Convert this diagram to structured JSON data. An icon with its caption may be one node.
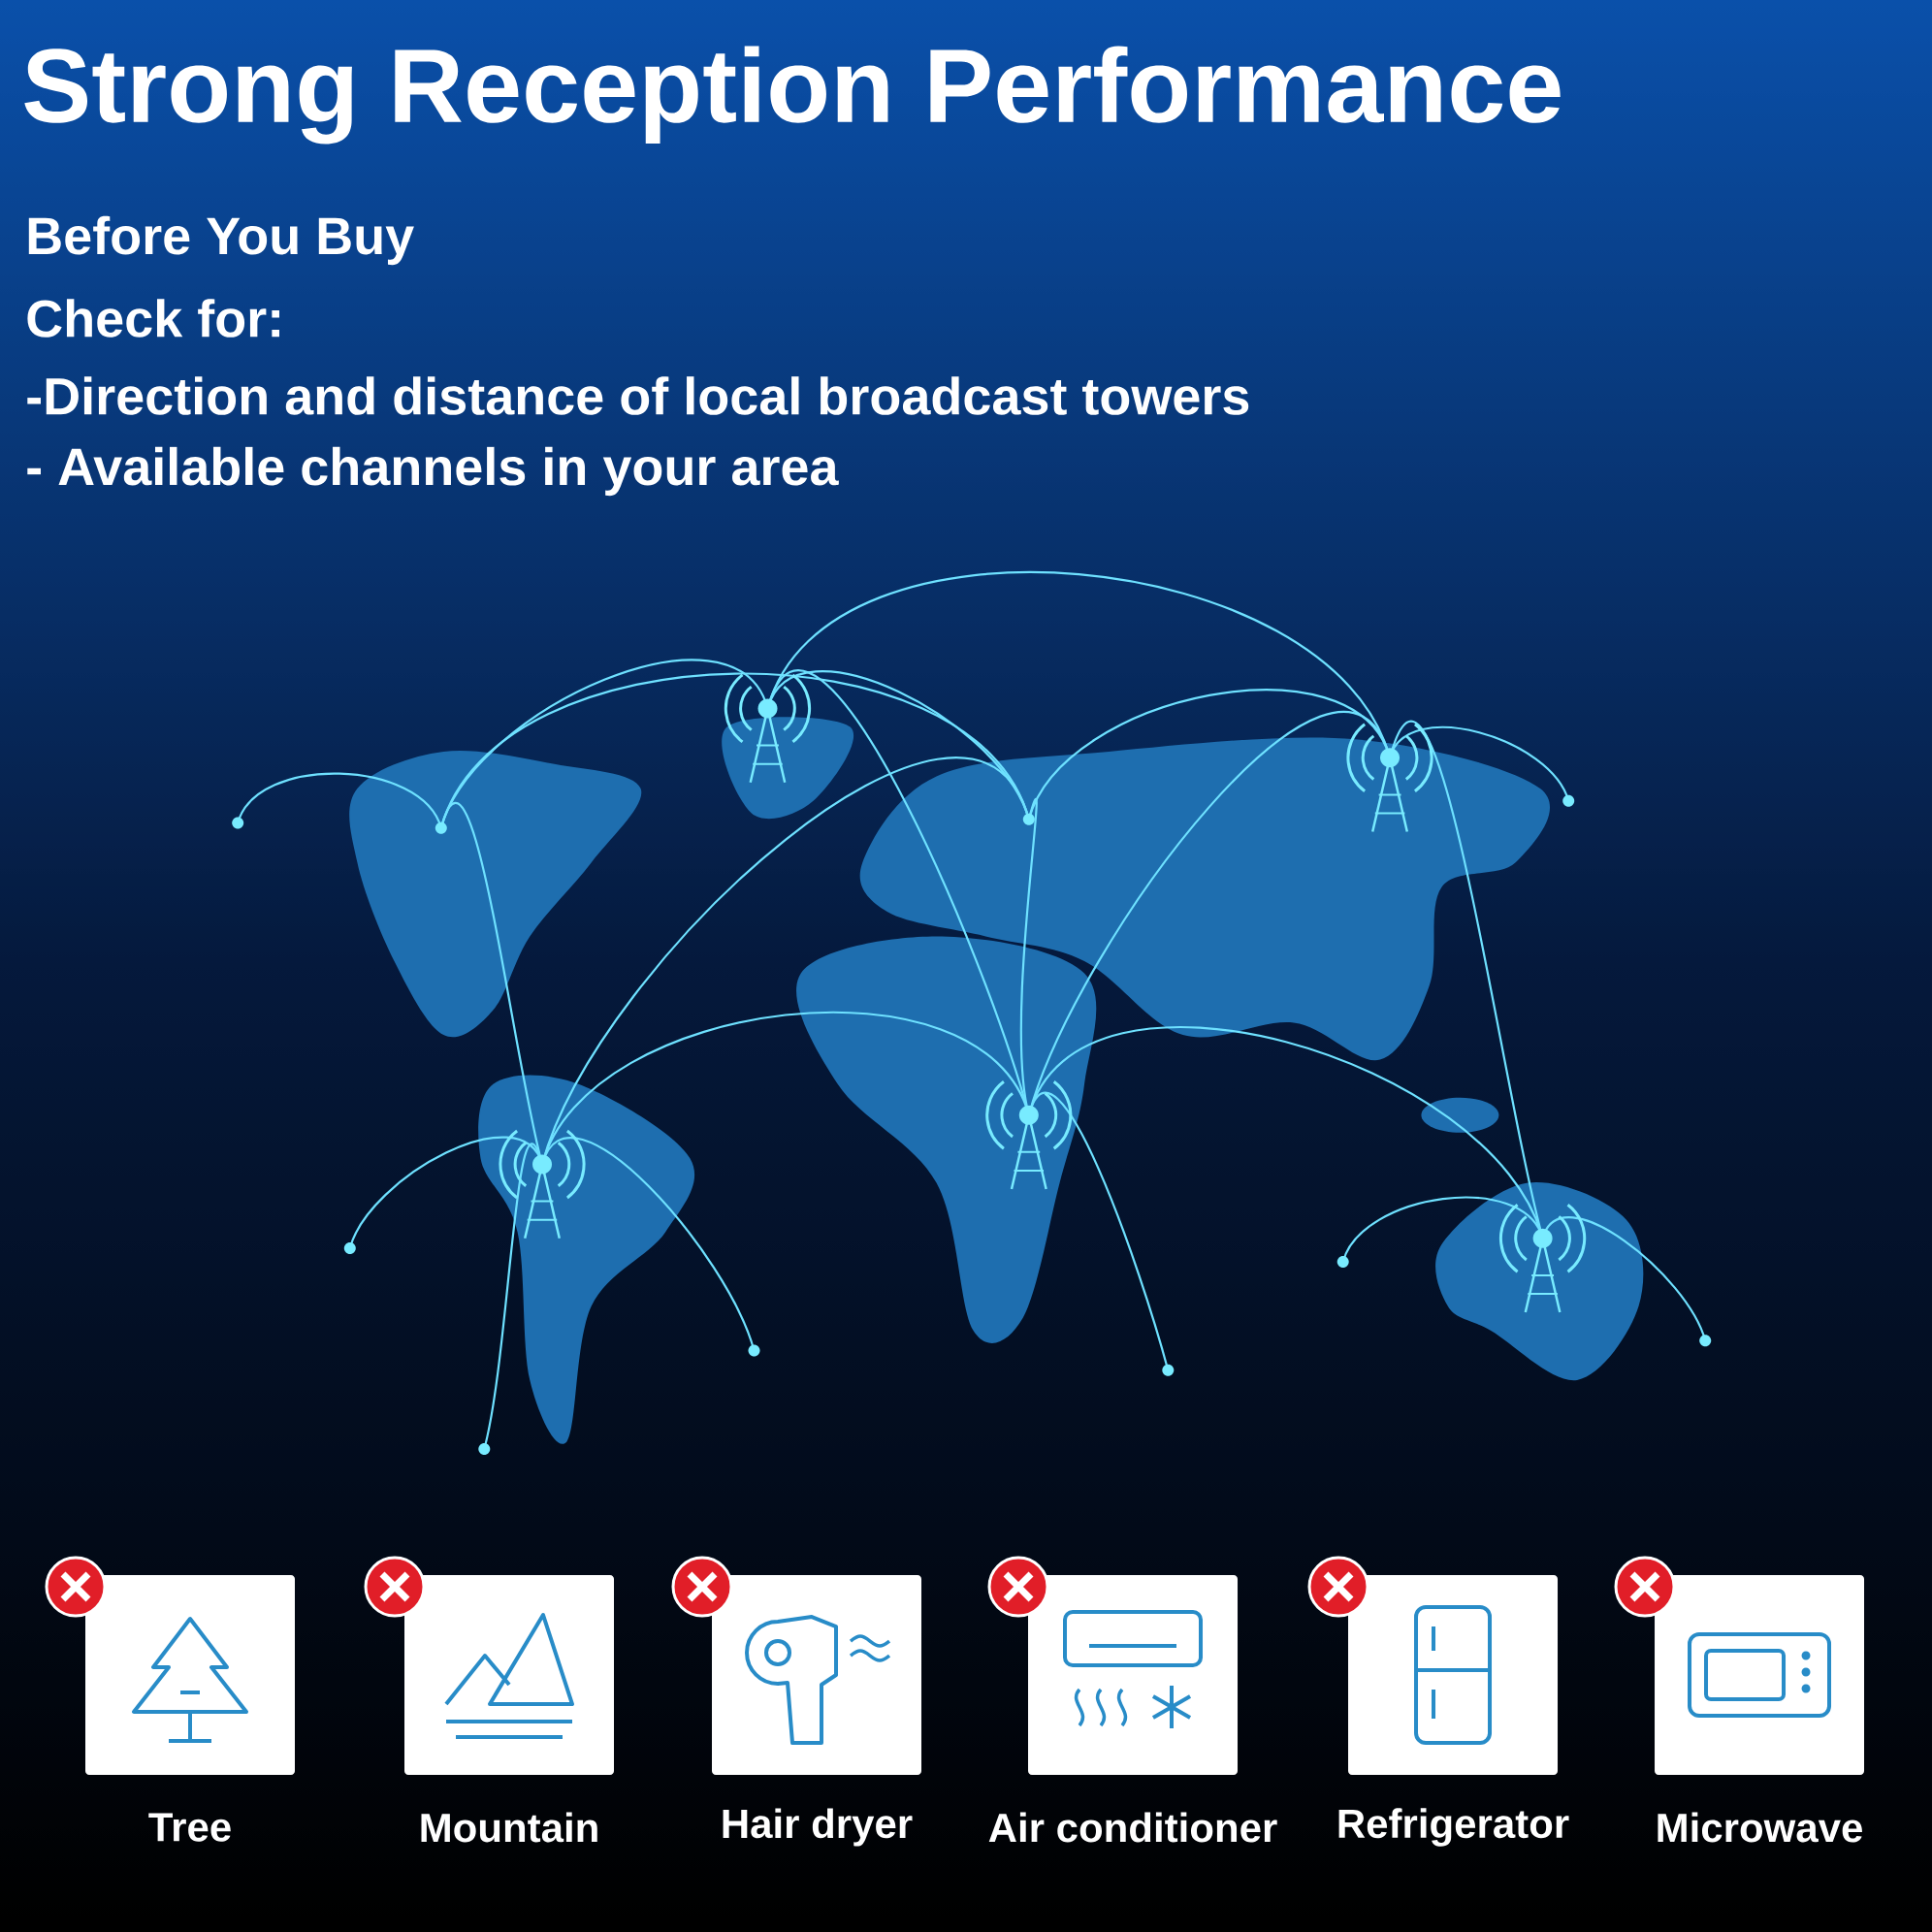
{
  "diagram": {
    "title": "Strong Reception Performance",
    "labels": [
      "Before You Buy",
      "Check for:",
      "-Direction and distance of local broadcast towers",
      "- Available channels in your area"
    ],
    "nodes": [
      {
        "text": [
          "Tree"
        ]
      },
      {
        "text": [
          "Mountain"
        ]
      },
      {
        "text": [
          "Hair dryer"
        ]
      },
      {
        "text": [
          "Air conditioner"
        ]
      },
      {
        "text": [
          "Refrigerator"
        ]
      },
      {
        "text": [
          "Microwave"
        ]
      }
    ]
  }
}
